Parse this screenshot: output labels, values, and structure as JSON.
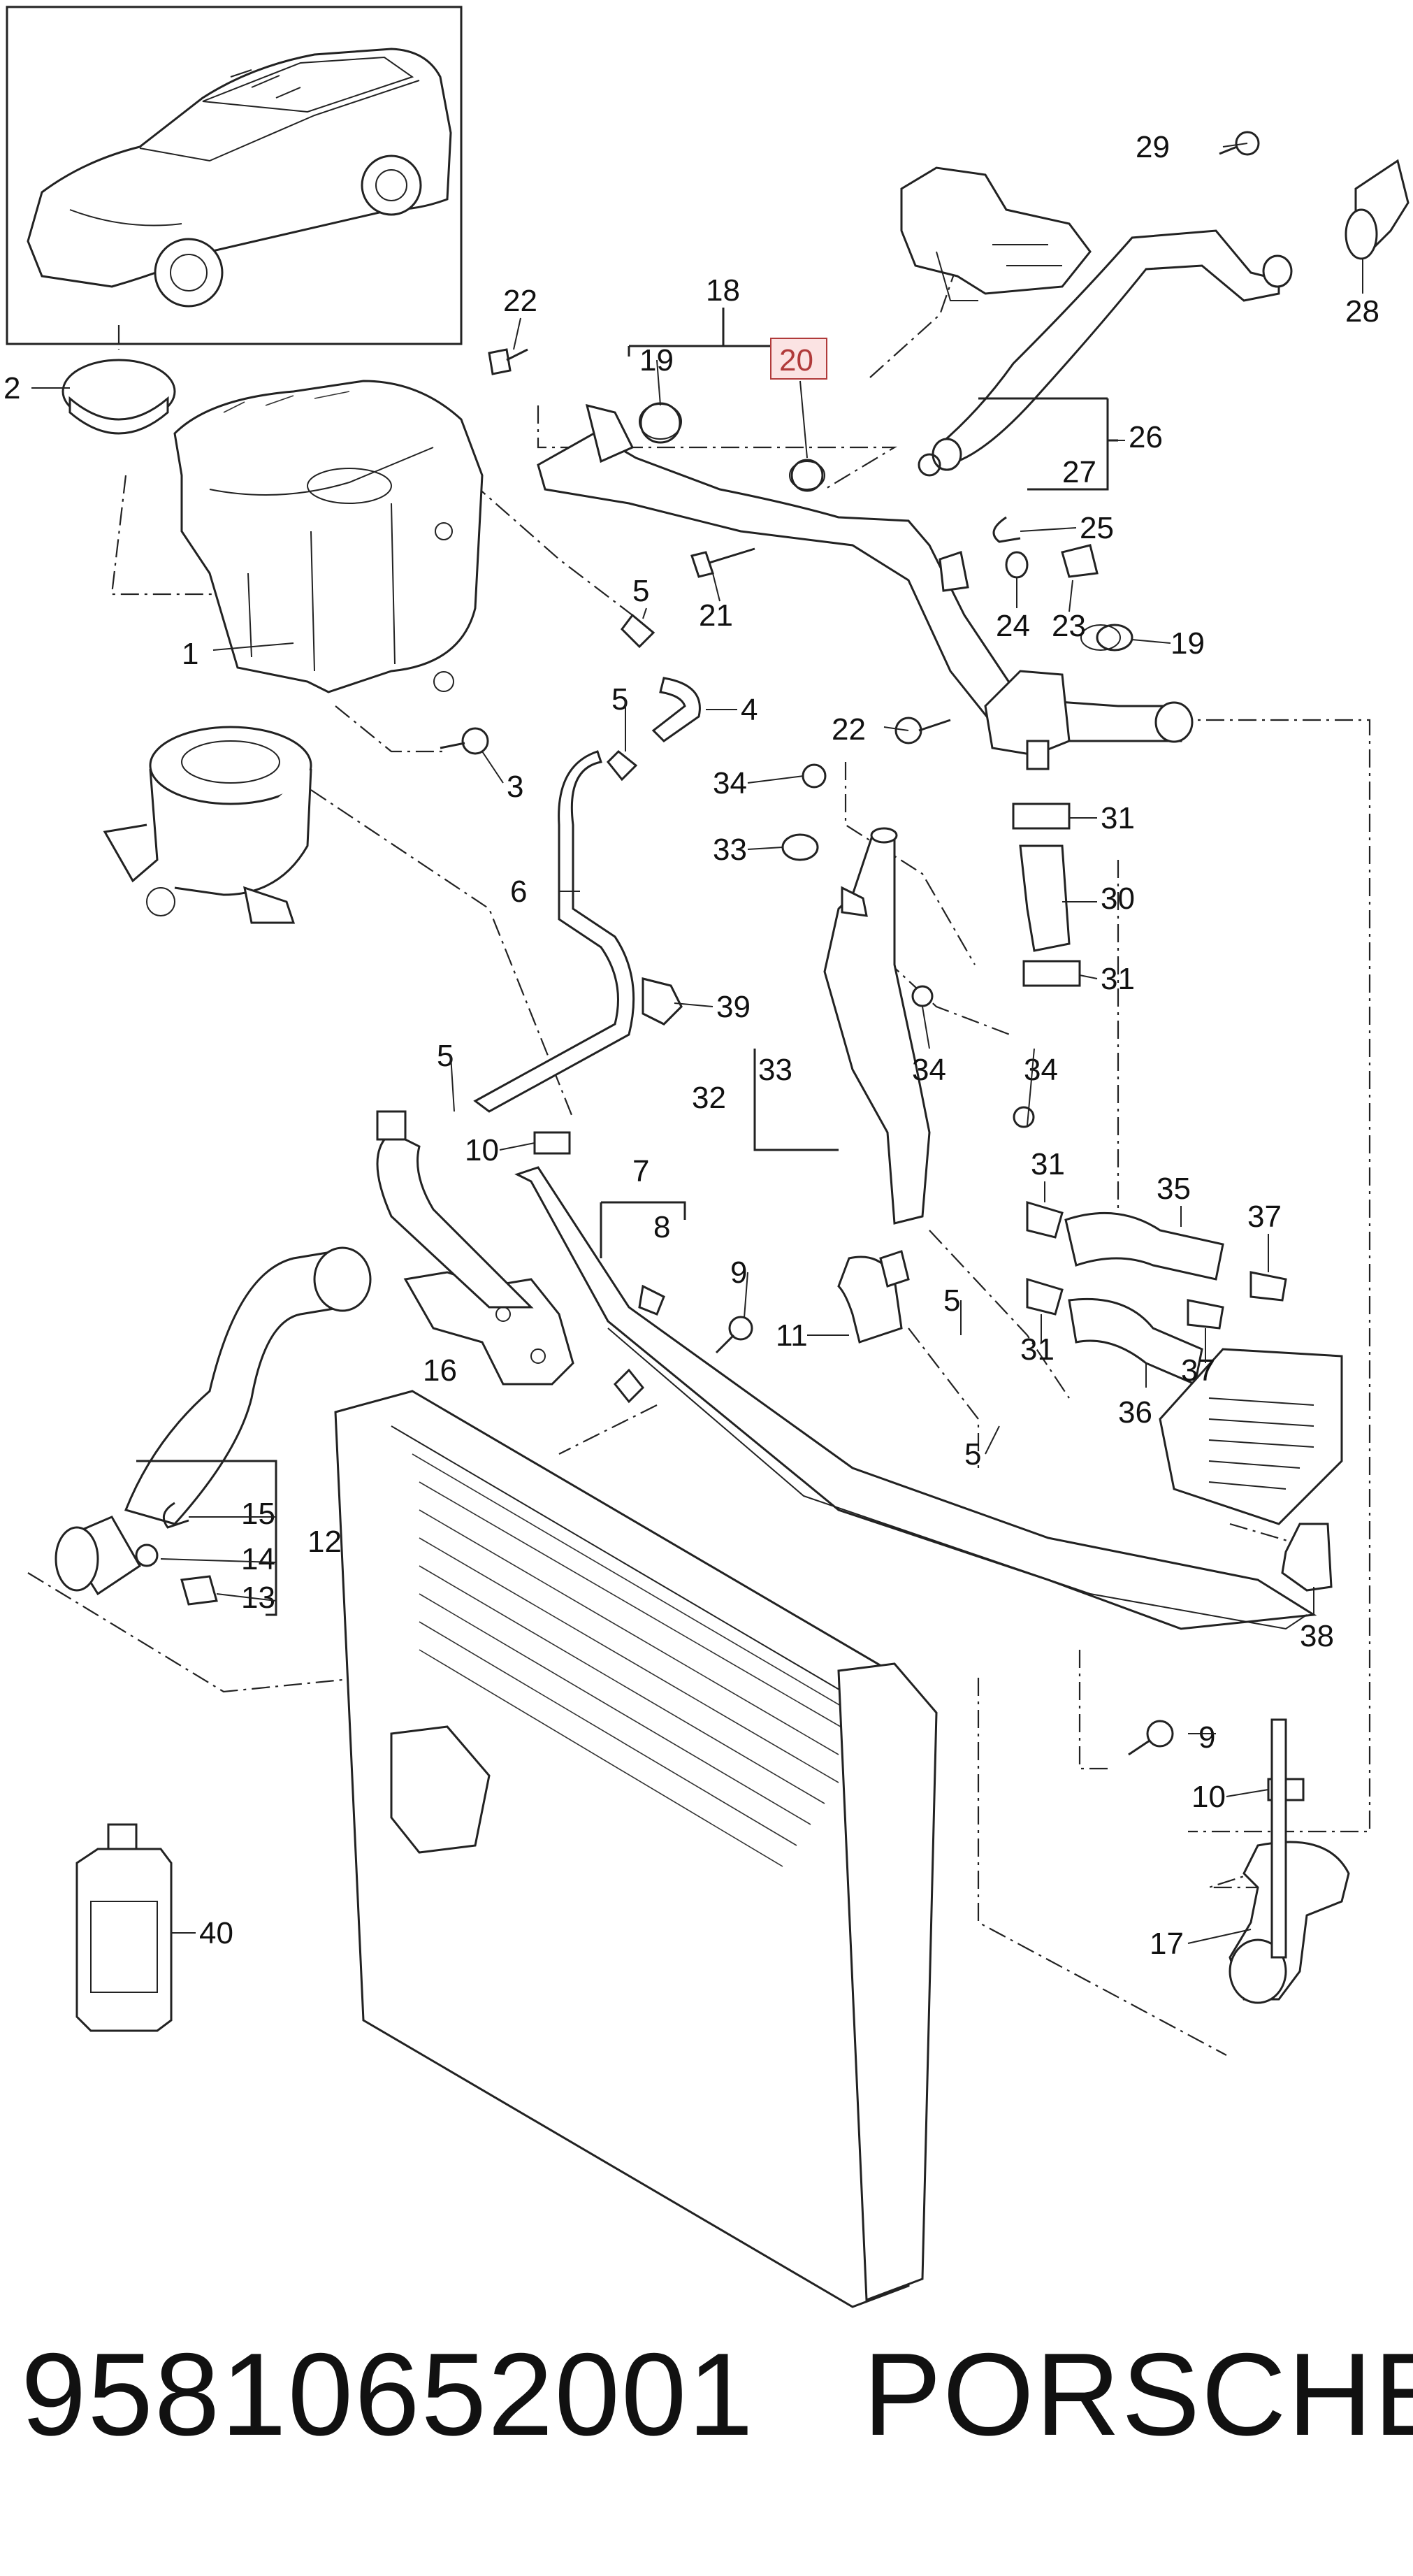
{
  "diagram": {
    "highlight_color": "#b03a3a",
    "highlight_fill": "#fbe3e3",
    "callouts": [
      "1",
      "2",
      "3",
      "4",
      "5",
      "5",
      "5",
      "5",
      "5",
      "6",
      "7",
      "8",
      "9",
      "9",
      "10",
      "10",
      "11",
      "12",
      "13",
      "14",
      "15",
      "16",
      "17",
      "18",
      "19",
      "19",
      "20",
      "21",
      "22",
      "22",
      "23",
      "24",
      "25",
      "26",
      "27",
      "28",
      "29",
      "30",
      "31",
      "31",
      "31",
      "31",
      "32",
      "33",
      "33",
      "34",
      "34",
      "34",
      "35",
      "36",
      "37",
      "37",
      "38",
      "39",
      "40"
    ],
    "highlighted_callout": "20"
  },
  "footer": {
    "part_number": "95810652001",
    "brand": "PORSCHE"
  }
}
